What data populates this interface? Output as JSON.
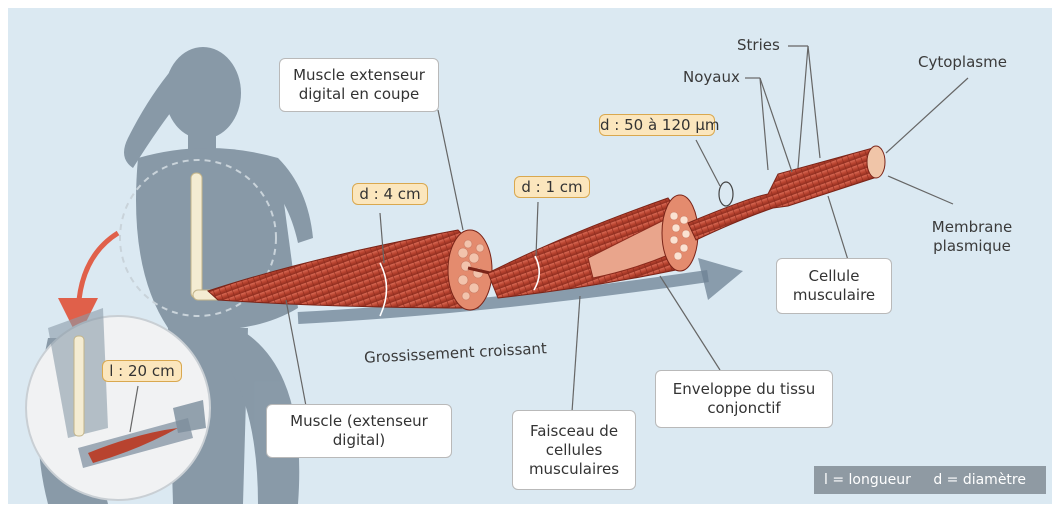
{
  "labels": {
    "muscle_section": "Muscle extenseur digital en coupe",
    "stries": "Stries",
    "noyaux": "Noyaux",
    "cytoplasme": "Cytoplasme",
    "membrane": "Membrane plasmique",
    "cellule": "Cellule musculaire",
    "envelope": "Enveloppe du tissu conjonctif",
    "faisceau": "Faisceau de cellules musculaires",
    "muscle": "Muscle (extenseur digital)",
    "grossissement": "Grossissement croissant"
  },
  "measures": {
    "d_muscle": "d : 4 cm",
    "d_faisceau": "d : 1 cm",
    "d_cellule": "d : 50 à 120 µm",
    "l_muscle": "l : 20 cm"
  },
  "legend": {
    "longueur": "l = longueur",
    "diametre": "d = diamètre"
  },
  "colors": {
    "background": "#dbe9f2",
    "silhouette": "#7a8c9b",
    "muscle": "#b8432f",
    "label_fill": "#fbe6bd",
    "arrow": "#6e8294"
  }
}
